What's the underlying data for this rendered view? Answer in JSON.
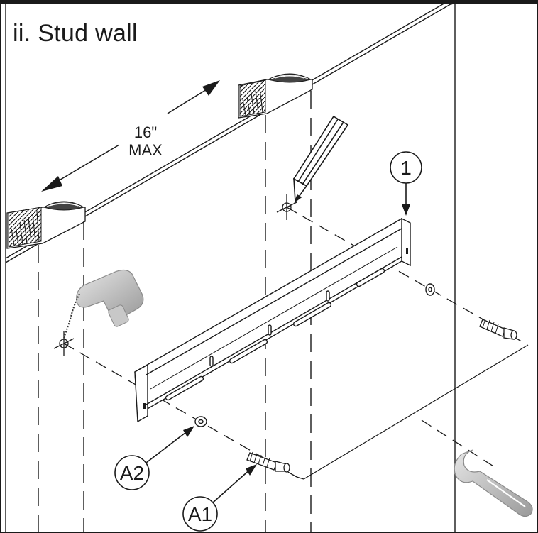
{
  "title": "ii. Stud wall",
  "spacing": {
    "line1": "16\"",
    "line2": "MAX"
  },
  "callouts": {
    "bracket": "1",
    "washer": "A2",
    "screw": "A1"
  },
  "colors": {
    "line": "#1a1a1a",
    "wood": "#333333",
    "tool": "#b8b8b8"
  },
  "icons": [
    "pencil-icon",
    "drill-icon",
    "wrench-icon"
  ]
}
